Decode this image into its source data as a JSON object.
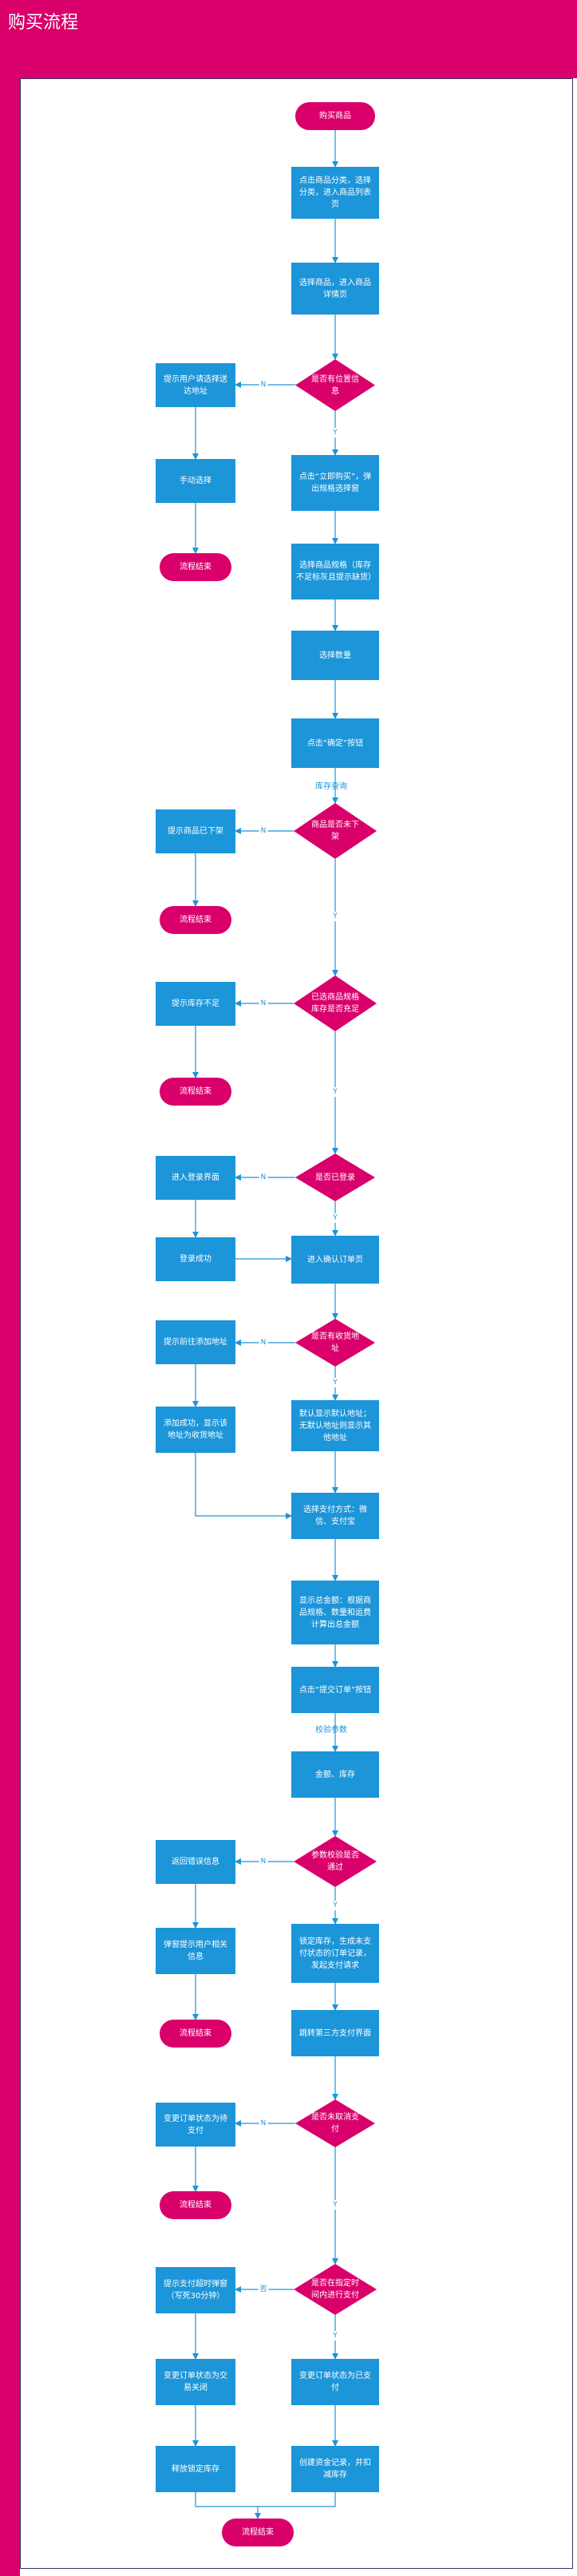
{
  "page": {
    "title": "购买流程"
  },
  "colors": {
    "accent": "#d9006c",
    "process": "#1c95d9",
    "edge": "#1c95d9"
  },
  "nodes": {
    "start": "购买商品",
    "browse_category": "点击商品分类，选择分类，进入商品列表页",
    "open_detail": "选择商品，进入商品详情页",
    "check_location": "是否有位置信息",
    "prompt_address": "提示用户请选择送达地址",
    "manual_select": "手动选择",
    "end_no_location": "流程结束",
    "click_buy_now": "点击“立即购买”，弹出规格选择窗",
    "choose_spec": "选择商品规格（库存不足标灰且提示缺货）",
    "choose_qty": "选择数量",
    "click_confirm": "点击“确定”按钮",
    "check_offline": "商品是否未下架",
    "prompt_offline": "提示商品已下架",
    "end_offline": "流程结束",
    "check_stock": "已选商品规格库存是否充足",
    "prompt_stock": "提示库存不足",
    "end_stock": "流程结束",
    "check_login": "是否已登录",
    "enter_login": "进入登录界面",
    "login_success": "登录成功",
    "enter_confirm_order": "进入确认订单页",
    "check_address": "是否有收货地址",
    "prompt_add_address": "提示前往添加地址",
    "add_success": "添加成功，显示该地址为收货地址",
    "show_default_address": "默认显示默认地址；无默认地址则显示其他地址",
    "choose_payment": "选择支付方式：微信、支付宝",
    "show_amount": "显示总金额：根据商品规格、数量和运费计算出总金额",
    "click_submit": "点击“提交订单”按钮",
    "amount_stock": "金额、库存",
    "check_params": "参数校验是否通过",
    "return_error": "返回错误信息",
    "popup_error": "弹窗提示用户相关信息",
    "end_params": "流程结束",
    "lock_stock": "锁定库存，生成未支付状态的订单记录，发起支付请求",
    "jump_payment": "跳转第三方支付界面",
    "check_paid": "是否未取消支付",
    "mark_pending": "变更订单状态为待支付",
    "end_cancel": "流程结束",
    "check_timeout": "是否在指定时间内进行支付",
    "prompt_timeout": "提示支付超时弹窗（写死30分钟）",
    "mark_closed": "变更订单状态为交易关闭",
    "release_stock": "释放锁定库存",
    "mark_paid": "变更订单状态为已支付",
    "deduct_stock": "创建资金记录，并扣减库存",
    "end_final": "流程结束"
  },
  "labels": {
    "stock_query": "库存查询",
    "validate_params": "校验参数"
  },
  "connector_labels": {
    "yes": "Y",
    "no": "N",
    "no_cn": "否"
  }
}
